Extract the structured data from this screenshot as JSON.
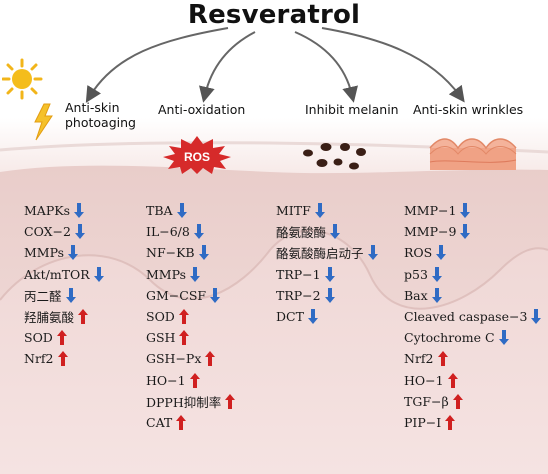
{
  "title": "Resveratrol",
  "colors": {
    "down_arrow": "#2f6bc4",
    "up_arrow": "#d02020",
    "ros_badge": "#d62a2a"
  },
  "categories": [
    {
      "label": "Anti-skin\nphotoaging",
      "icon": "sun-lightning-icon"
    },
    {
      "label": "Anti-oxidation",
      "icon": "ros-burst-icon"
    },
    {
      "label": "Inhibit melanin",
      "icon": "melanin-granules-icon"
    },
    {
      "label": "Anti-skin wrinkles",
      "icon": "wrinkled-skin-icon"
    }
  ],
  "ros_badge_text": "ROS",
  "columns": [
    {
      "items": [
        {
          "text": "MAPKs",
          "dir": "down"
        },
        {
          "text": "COX−2",
          "dir": "down"
        },
        {
          "text": "MMPs",
          "dir": "down"
        },
        {
          "text": "Akt/mTOR",
          "dir": "down"
        },
        {
          "text": "丙二醛",
          "dir": "down"
        },
        {
          "text": "羟脯氨酸",
          "dir": "up"
        },
        {
          "text": "SOD",
          "dir": "up"
        },
        {
          "text": "Nrf2",
          "dir": "up"
        }
      ]
    },
    {
      "items": [
        {
          "text": "TBA",
          "dir": "down"
        },
        {
          "text": "IL−6/8",
          "dir": "down"
        },
        {
          "text": "NF−KB",
          "dir": "down"
        },
        {
          "text": "MMPs",
          "dir": "down"
        },
        {
          "text": "GM−CSF",
          "dir": "down"
        },
        {
          "text": "SOD",
          "dir": "up"
        },
        {
          "text": "GSH",
          "dir": "up"
        },
        {
          "text": "GSH−Px",
          "dir": "up"
        },
        {
          "text": "HO−1",
          "dir": "up"
        },
        {
          "text": "DPPH抑制率",
          "dir": "up"
        },
        {
          "text": "CAT",
          "dir": "up"
        }
      ]
    },
    {
      "items": [
        {
          "text": "MITF",
          "dir": "down"
        },
        {
          "text": "酪氨酸酶",
          "dir": "down"
        },
        {
          "text": "酪氨酸酶启动子",
          "dir": "down"
        },
        {
          "text": "TRP−1",
          "dir": "down"
        },
        {
          "text": "TRP−2",
          "dir": "down"
        },
        {
          "text": "DCT",
          "dir": "down"
        }
      ]
    },
    {
      "items": [
        {
          "text": "MMP−1",
          "dir": "down"
        },
        {
          "text": "MMP−9",
          "dir": "down"
        },
        {
          "text": "ROS",
          "dir": "down"
        },
        {
          "text": "p53",
          "dir": "down"
        },
        {
          "text": "Bax",
          "dir": "down"
        },
        {
          "text": "Cleaved caspase−3",
          "dir": "down"
        },
        {
          "text": "Cytochrome C",
          "dir": "down"
        },
        {
          "text": "Nrf2",
          "dir": "up"
        },
        {
          "text": "HO−1",
          "dir": "up"
        },
        {
          "text": "TGF−β",
          "dir": "up"
        },
        {
          "text": "PIP−I",
          "dir": "up"
        }
      ]
    }
  ]
}
